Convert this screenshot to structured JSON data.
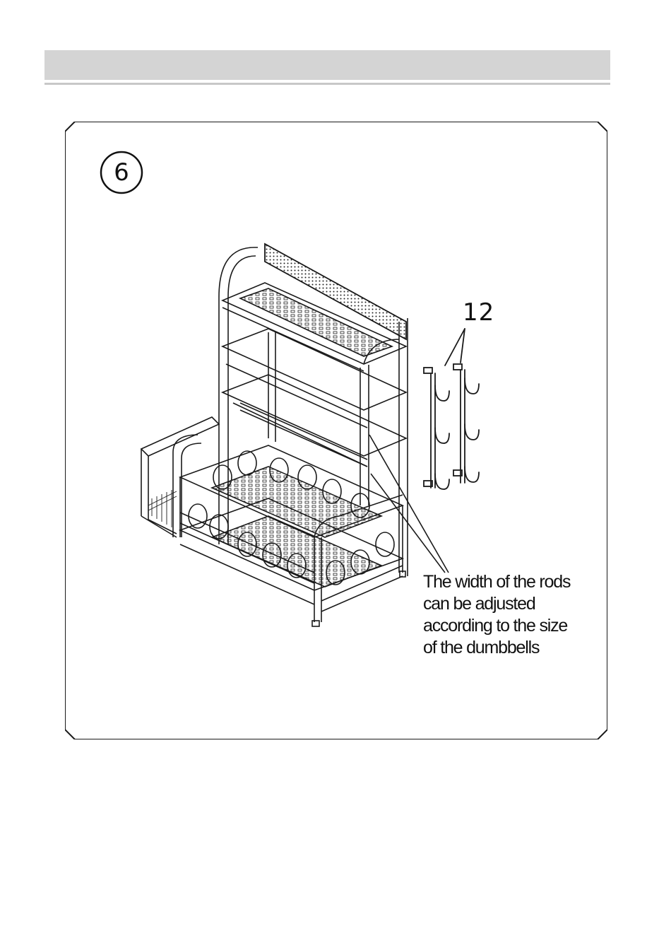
{
  "header": {
    "title": ""
  },
  "step": {
    "number": "6"
  },
  "parts": {
    "hook_label": "12"
  },
  "callout": {
    "lines": [
      "The width of the rods",
      "can be adjusted",
      "according to the size",
      "of the dumbbells"
    ]
  },
  "colors": {
    "ink": "#1a1a1a",
    "band": "#d4d4d4",
    "rule": "#c8c8c8"
  },
  "icons": [
    "rack-illustration",
    "hook-icon"
  ]
}
